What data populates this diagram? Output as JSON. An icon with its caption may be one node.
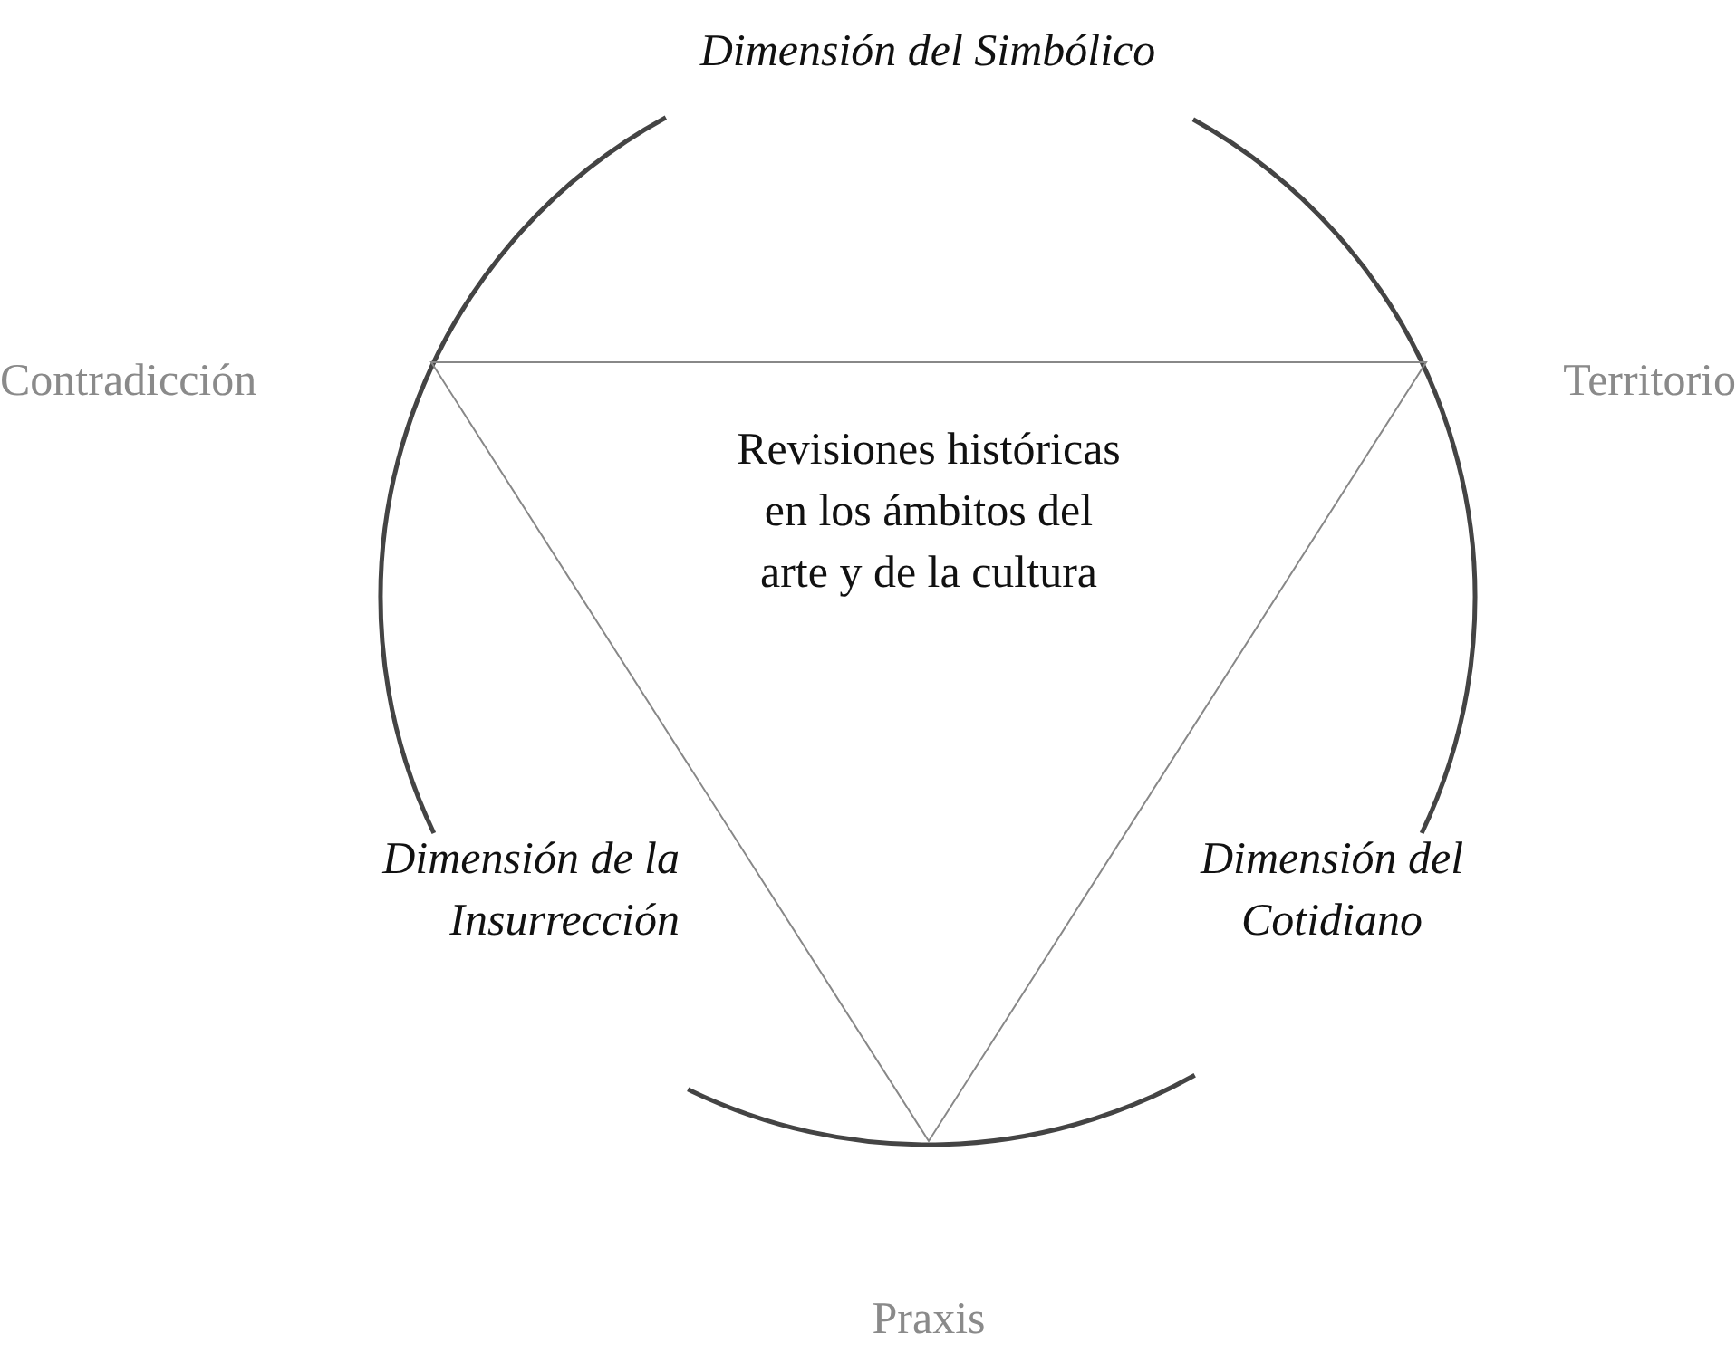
{
  "diagram": {
    "nodes": [
      {
        "text": [],
        "shape": "circle"
      },
      {
        "text": [
          "Revisiones históricas en los ámbitos del arte y de la cultura"
        ],
        "in": 0
      }
    ],
    "labels": [
      "Dimensión del Simbólico",
      "Contradicción",
      "Territorio",
      "Dimensión de la Insurrección",
      "Dimensión del Cotidiano",
      "Praxis"
    ]
  }
}
